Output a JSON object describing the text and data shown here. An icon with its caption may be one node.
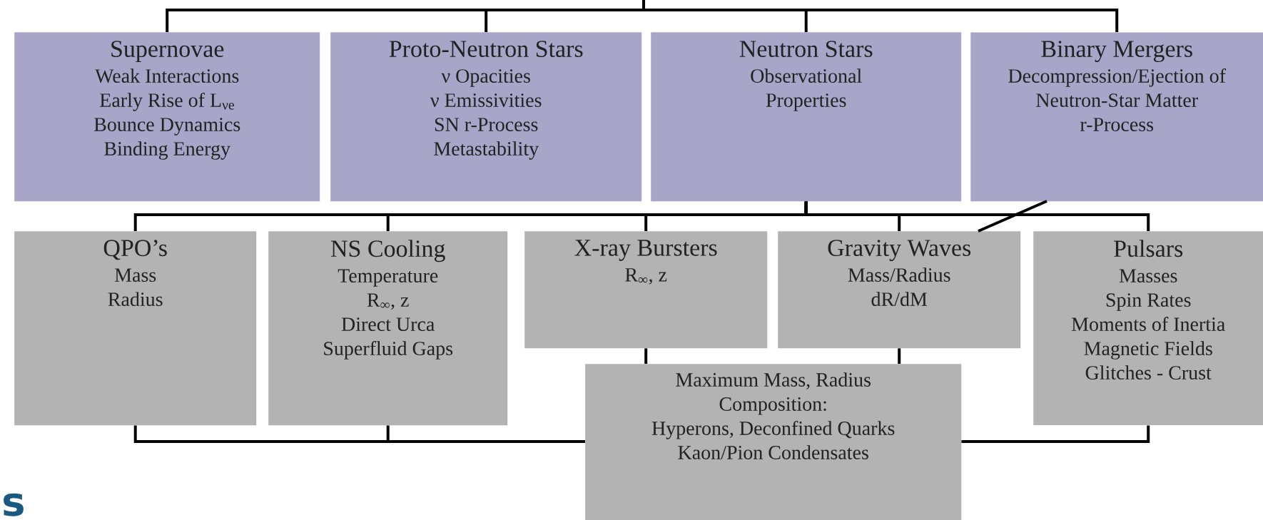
{
  "diagram": {
    "nodes": [
      {
        "text": [
          "Supernovae",
          "Weak Interactions",
          "Early Rise of L$_{νe}$",
          "Bounce Dynamics",
          "Binding Energy"
        ]
      },
      {
        "text": [
          "Proto-Neutron Stars",
          "ν Opacities",
          "ν Emissivities",
          "SN r-Process",
          "Metastability"
        ]
      },
      {
        "text": [
          "Neutron Stars",
          "Observational Properties"
        ]
      },
      {
        "text": [
          "Binary Mergers",
          "Decompression/Ejection of Neutron-Star Matter",
          "r-Process"
        ]
      },
      {
        "text": [
          "QPO’s",
          "Mass",
          "Radius"
        ]
      },
      {
        "text": [
          "NS Cooling",
          "Temperature",
          "R$_{∞}$, z",
          "Direct Urca",
          "Superfluid Gaps"
        ]
      },
      {
        "text": [
          "X-ray Bursters",
          "R$_{∞}$, z"
        ]
      },
      {
        "text": [
          "Gravity Waves",
          "Mass/Radius",
          "dR/dM"
        ]
      },
      {
        "text": [
          "Pulsars",
          "Masses",
          "Spin Rates",
          "Moments of Inertia",
          "Magnetic Fields",
          "Glitches - Crust"
        ]
      },
      {
        "text": [
          "Maximum Mass, Radius",
          "Composition:",
          "Hyperons, Deconfined Quarks",
          "Kaon/Pion Condensates"
        ]
      }
    ],
    "edges": [
      {
        "from": null,
        "to": 0,
        "arrow": "none"
      },
      {
        "from": null,
        "to": 1,
        "arrow": "none"
      },
      {
        "from": null,
        "to": 2,
        "arrow": "none"
      },
      {
        "from": null,
        "to": 3,
        "arrow": "none"
      },
      {
        "from": 2,
        "to": 4,
        "arrow": "none"
      },
      {
        "from": 2,
        "to": 5,
        "arrow": "none"
      },
      {
        "from": 2,
        "to": 6,
        "arrow": "none"
      },
      {
        "from": 2,
        "to": 7,
        "arrow": "none"
      },
      {
        "from": 2,
        "to": 8,
        "arrow": "none"
      },
      {
        "from": 3,
        "to": 7,
        "arrow": "none"
      },
      {
        "from": 4,
        "to": 9,
        "arrow": "none"
      },
      {
        "from": 5,
        "to": 9,
        "arrow": "none"
      },
      {
        "from": 6,
        "to": 9,
        "arrow": "none"
      },
      {
        "from": 7,
        "to": 9,
        "arrow": "none"
      },
      {
        "from": 8,
        "to": 9,
        "arrow": "none"
      }
    ],
    "labels": [
      "s"
    ]
  }
}
